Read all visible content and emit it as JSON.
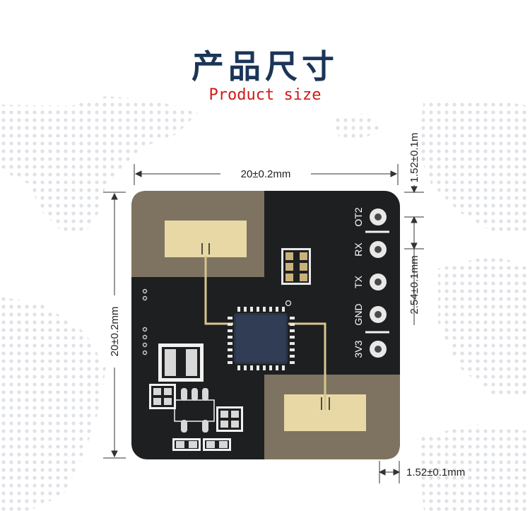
{
  "title": {
    "cn": "产品尺寸",
    "en": "Product size"
  },
  "dimensions": {
    "width": "20±0.2mm",
    "height": "20±0.2mm",
    "pin_edge_top": "1.52±0.1m",
    "pin_pitch": "2.54±0.1mm",
    "edge_bottom": "1.52±0.1mm"
  },
  "pins": [
    "OT2",
    "RX",
    "TX",
    "GND",
    "3V3"
  ],
  "colors": {
    "title": "#1b3557",
    "subtitle": "#d01818",
    "board": "#1e1f21",
    "copper": "#7d7360",
    "antenna": "#e8d8a6"
  }
}
